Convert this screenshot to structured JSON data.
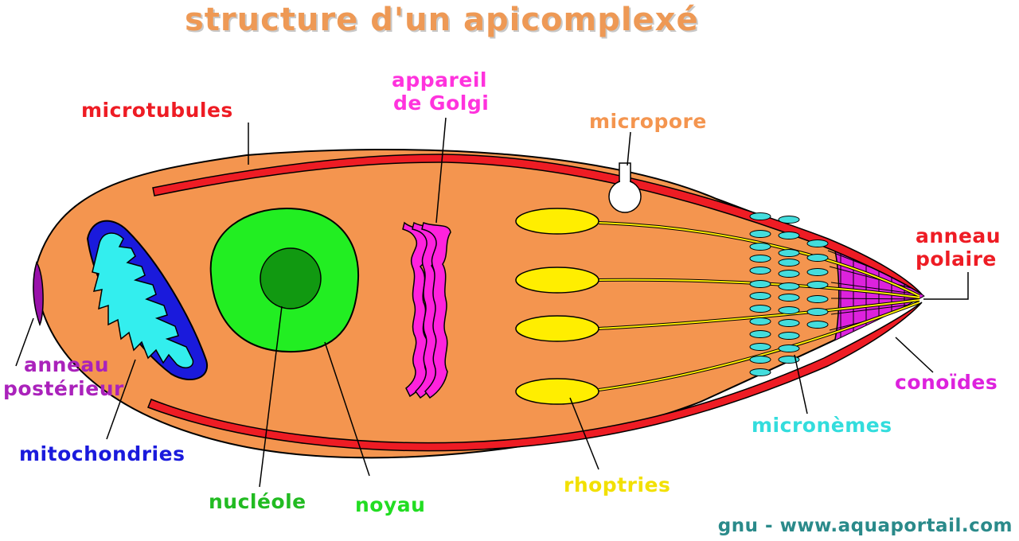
{
  "title": "structure d'un apicomplexé",
  "credit": "gnu - www.aquaportail.com",
  "colors": {
    "title": "#ee9955",
    "cell_body": "#f4954f",
    "microtubules": "#ee1c24",
    "golgi": "#ff22dd",
    "mitochondria_outer": "#1a1adc",
    "mitochondria_inner": "#33eeee",
    "nucleus": "#22dd22",
    "nucleolus": "#119911",
    "rhoptries": "#ffee00",
    "micronemes": "#44dddd",
    "conoid": "#dd22dd",
    "posterior_ring": "#9911aa",
    "credit": "#2a8a8a"
  },
  "labels": {
    "microtubules": {
      "text": "microtubules",
      "color": "#ee1c24"
    },
    "golgi_line1": {
      "text": "appareil",
      "color": "#ff33dd"
    },
    "golgi_line2": {
      "text": "de Golgi",
      "color": "#ff33dd"
    },
    "micropore": {
      "text": "micropore",
      "color": "#f4954f"
    },
    "polar_ring_line1": {
      "text": "anneau",
      "color": "#ee1c24"
    },
    "polar_ring_line2": {
      "text": "polaire",
      "color": "#ee1c24"
    },
    "posterior_ring_line1": {
      "text": "anneau",
      "color": "#aa22bb"
    },
    "posterior_ring_line2": {
      "text": "postérieur",
      "color": "#aa22bb"
    },
    "mitochondria": {
      "text": "mitochondries",
      "color": "#1a1adc"
    },
    "nucleolus": {
      "text": "nucléole",
      "color": "#22bb22"
    },
    "nucleus": {
      "text": "noyau",
      "color": "#22dd22"
    },
    "rhoptries": {
      "text": "rhoptries",
      "color": "#f2e000"
    },
    "micronemes": {
      "text": "micronèmes",
      "color": "#33dddd"
    },
    "conoids": {
      "text": "conoïdes",
      "color": "#dd22dd"
    }
  }
}
